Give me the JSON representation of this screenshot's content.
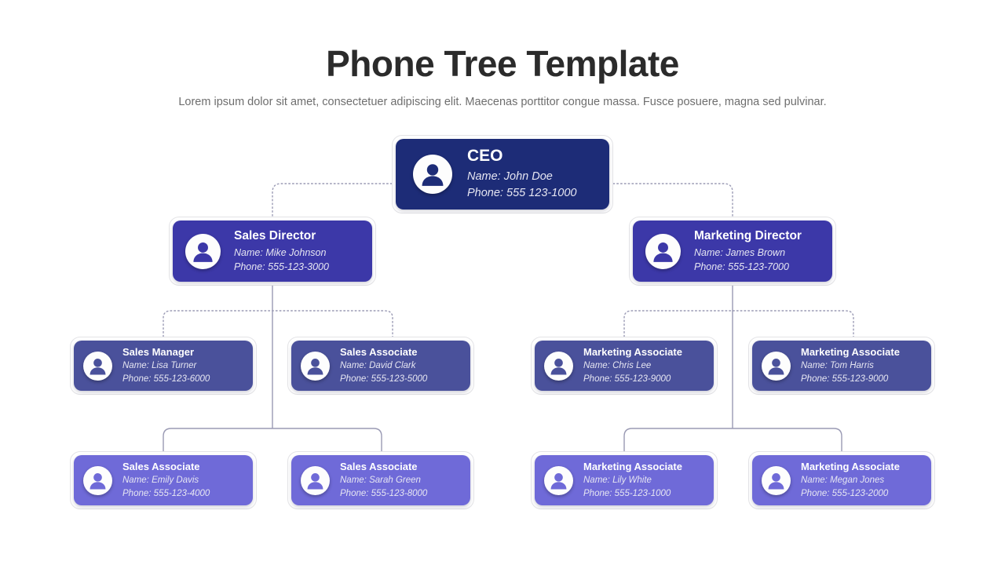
{
  "header": {
    "title": "Phone Tree Template",
    "subtitle": "Lorem ipsum dolor sit amet, consectetuer adipiscing elit. Maecenas porttitor congue massa. Fusce posuere, magna sed pulvinar."
  },
  "labels": {
    "name_label": "Name:",
    "phone_label": "Phone:"
  },
  "colors": {
    "level1": "#1d2c77",
    "level2": "#3c38a8",
    "level3": "#4a519b",
    "level4": "#6f6ad8",
    "connector": "#9a9ab4",
    "title": "#2b2b2b",
    "subtitle": "#6e6e6e",
    "card_frame": "#e3e3e6"
  },
  "nodes": [
    {
      "id": "ceo",
      "level": 1,
      "role": "CEO",
      "name": "John Doe",
      "phone": "555 123-1000",
      "icon": "person-icon"
    },
    {
      "id": "sales-director",
      "level": 2,
      "role": "Sales Director",
      "name": "Mike Johnson",
      "phone": "555-123-3000",
      "icon": "person-icon"
    },
    {
      "id": "marketing-director",
      "level": 2,
      "role": "Marketing Director",
      "name": "James Brown",
      "phone": "555-123-7000",
      "icon": "person-icon"
    },
    {
      "id": "sales-manager",
      "level": 3,
      "role": "Sales Manager",
      "name": "Lisa Turner",
      "phone": "555-123-6000",
      "icon": "person-icon"
    },
    {
      "id": "sales-associate-david",
      "level": 3,
      "role": "Sales Associate",
      "name": "David Clark",
      "phone": "555-123-5000",
      "icon": "person-icon"
    },
    {
      "id": "marketing-associate-chris",
      "level": 3,
      "role": "Marketing Associate",
      "name": "Chris Lee",
      "phone": "555-123-9000",
      "icon": "person-icon"
    },
    {
      "id": "marketing-associate-tom",
      "level": 3,
      "role": "Marketing Associate",
      "name": "Tom Harris",
      "phone": " 555-123-9000",
      "icon": "person-icon"
    },
    {
      "id": "sales-associate-emily",
      "level": 4,
      "role": "Sales Associate",
      "name": "Emily Davis",
      "phone": "555-123-4000",
      "icon": "person-icon"
    },
    {
      "id": "sales-associate-sarah",
      "level": 4,
      "role": "Sales Associate",
      "name": "Sarah Green",
      "phone": "555-123-8000",
      "icon": "person-icon"
    },
    {
      "id": "marketing-associate-lily",
      "level": 4,
      "role": "Marketing Associate",
      "name": "Lily White",
      "phone": "555-123-1000",
      "icon": "person-icon"
    },
    {
      "id": "marketing-associate-megan",
      "level": 4,
      "role": "Marketing Associate",
      "name": "Megan Jones",
      "phone": "555-123-2000",
      "icon": "person-icon"
    }
  ]
}
